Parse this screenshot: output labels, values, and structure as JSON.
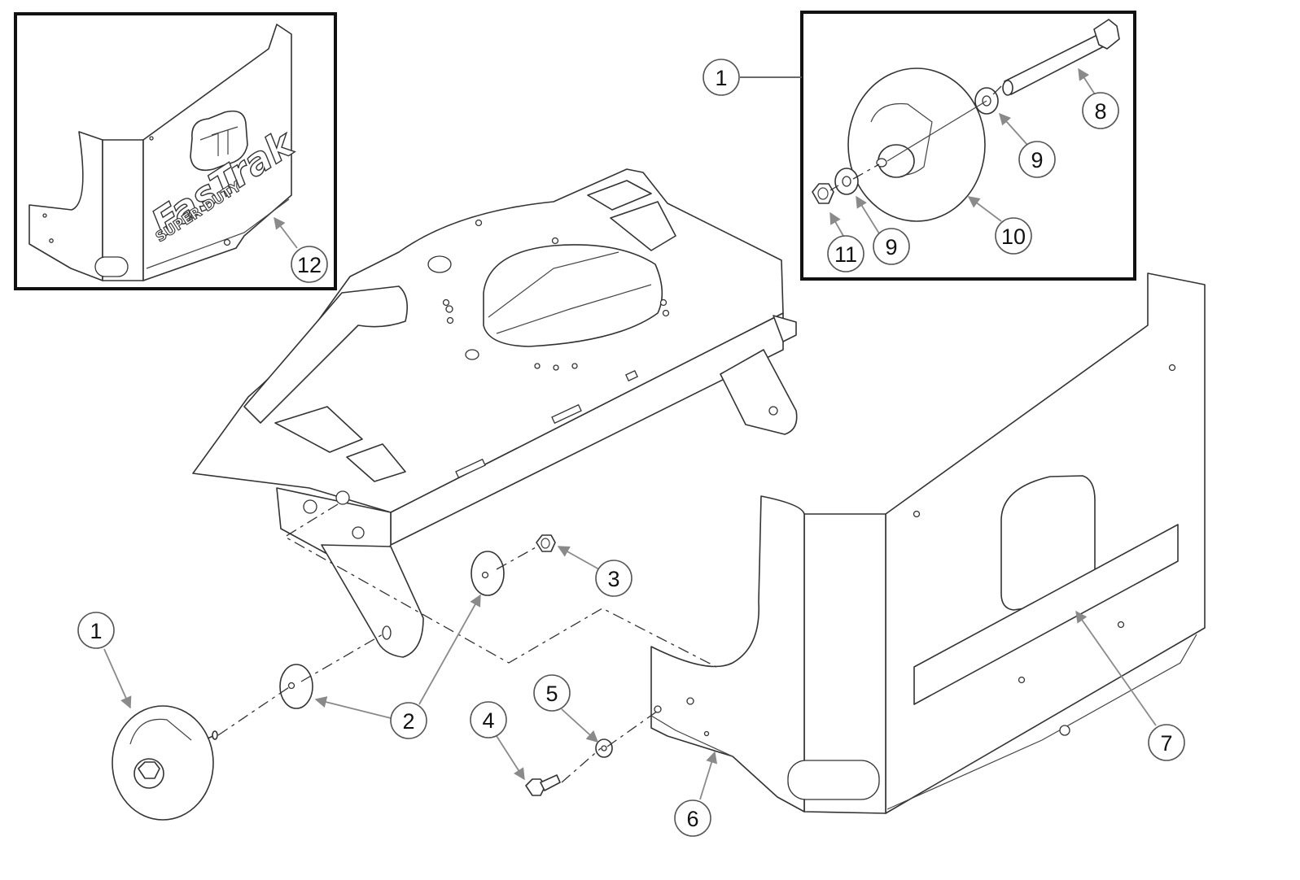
{
  "inset_logo": {
    "brand": "FasTrak",
    "tagline": "SUPER DUTY"
  },
  "callouts": [
    {
      "id": "c1-top",
      "label": "1"
    },
    {
      "id": "c8",
      "label": "8"
    },
    {
      "id": "c9-right",
      "label": "9"
    },
    {
      "id": "c10",
      "label": "10"
    },
    {
      "id": "c11",
      "label": "11"
    },
    {
      "id": "c9-left",
      "label": "9"
    },
    {
      "id": "c12",
      "label": "12"
    },
    {
      "id": "c1-bottom",
      "label": "1"
    },
    {
      "id": "c2",
      "label": "2"
    },
    {
      "id": "c3",
      "label": "3"
    },
    {
      "id": "c4",
      "label": "4"
    },
    {
      "id": "c5",
      "label": "5"
    },
    {
      "id": "c6",
      "label": "6"
    },
    {
      "id": "c7",
      "label": "7"
    }
  ],
  "colors": {
    "line": "#333333",
    "leader": "#8a8a8a",
    "frame": "#111111"
  }
}
